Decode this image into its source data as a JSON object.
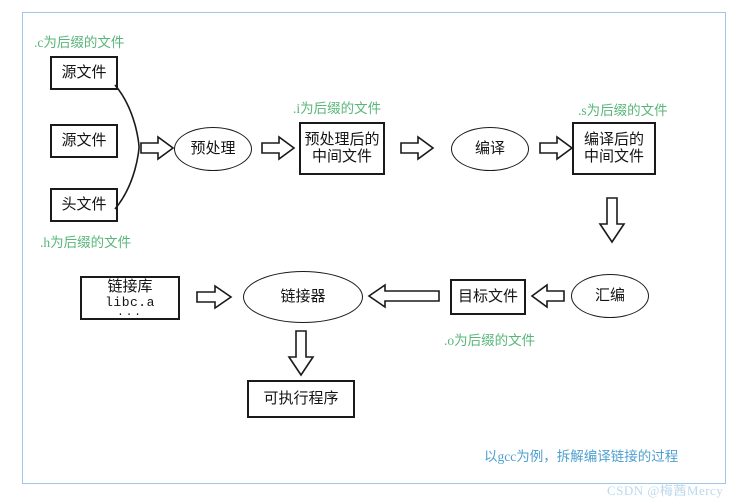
{
  "diagram": {
    "title_caption": "以gcc为例，拆解编译链接的过程",
    "watermark": "CSDN @梅茜Mercy",
    "colors": {
      "frame": "#9fc6e8",
      "label_green": "#57b678",
      "caption_blue": "#4e9fd1",
      "stroke": "#1a1a1a"
    },
    "nodes": {
      "source_file_1": "源文件",
      "source_file_2": "源文件",
      "header_file": "头文件",
      "preprocess": "预处理",
      "preprocessed_intermediate": "预处理后的\n中间文件",
      "preprocessed_intermediate_line1": "预处理后的",
      "preprocessed_intermediate_line2": "中间文件",
      "compile": "编译",
      "compiled_intermediate_line1": "编译后的",
      "compiled_intermediate_line2": "中间文件",
      "assemble": "汇编",
      "object_file": "目标文件",
      "link_library_title": "链接库",
      "link_library_name": "libc.a",
      "link_library_more": "...",
      "linker": "链接器",
      "executable": "可执行程序"
    },
    "annotations": {
      "c_suffix": ".c为后缀的文件",
      "h_suffix": ".h为后缀的文件",
      "i_suffix": ".i为后缀的文件",
      "s_suffix": ".s为后缀的文件",
      "o_suffix": ".o为后缀的文件"
    }
  },
  "chart_data": {
    "type": "diagram",
    "title": "以gcc为例，拆解编译链接的过程",
    "nodes": [
      {
        "id": "source1",
        "label": "源文件",
        "shape": "rect"
      },
      {
        "id": "source2",
        "label": "源文件",
        "shape": "rect"
      },
      {
        "id": "header",
        "label": "头文件",
        "shape": "rect"
      },
      {
        "id": "preprocess",
        "label": "预处理",
        "shape": "ellipse"
      },
      {
        "id": "i_file",
        "label": "预处理后的中间文件",
        "shape": "rect"
      },
      {
        "id": "compile",
        "label": "编译",
        "shape": "ellipse"
      },
      {
        "id": "s_file",
        "label": "编译后的中间文件",
        "shape": "rect"
      },
      {
        "id": "assemble",
        "label": "汇编",
        "shape": "ellipse"
      },
      {
        "id": "o_file",
        "label": "目标文件",
        "shape": "rect"
      },
      {
        "id": "linker",
        "label": "链接器",
        "shape": "ellipse"
      },
      {
        "id": "libs",
        "label": "链接库 libc.a ...",
        "shape": "rect"
      },
      {
        "id": "exe",
        "label": "可执行程序",
        "shape": "rect"
      }
    ],
    "edges": [
      {
        "from": "source1",
        "to": "preprocess"
      },
      {
        "from": "source2",
        "to": "preprocess"
      },
      {
        "from": "header",
        "to": "preprocess"
      },
      {
        "from": "preprocess",
        "to": "i_file"
      },
      {
        "from": "i_file",
        "to": "compile"
      },
      {
        "from": "compile",
        "to": "s_file"
      },
      {
        "from": "s_file",
        "to": "assemble"
      },
      {
        "from": "assemble",
        "to": "o_file"
      },
      {
        "from": "o_file",
        "to": "linker"
      },
      {
        "from": "libs",
        "to": "linker"
      },
      {
        "from": "linker",
        "to": "exe"
      }
    ]
  }
}
